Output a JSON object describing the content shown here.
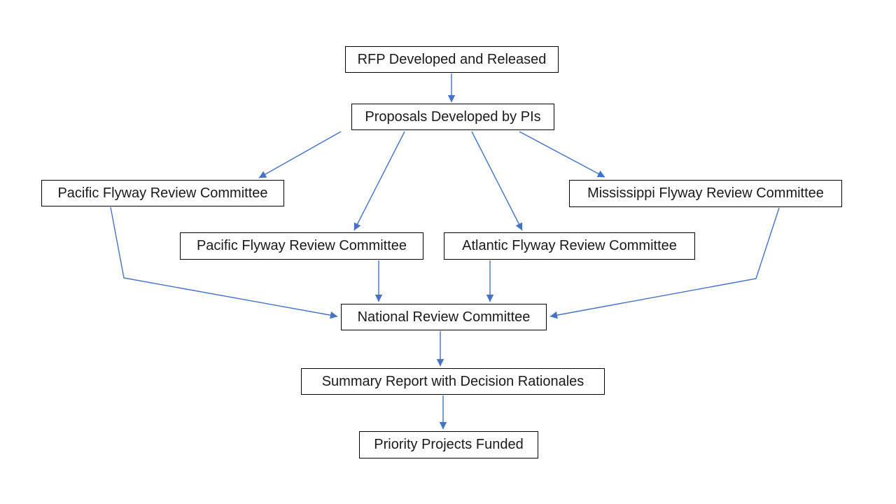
{
  "diagram_title": "RFP review process flowchart",
  "colors": {
    "arrow": "#4472C4",
    "box_border": "#000000",
    "box_fill": "#FFFFFF",
    "text": "#1A1A1A",
    "background": "#FFFFFF"
  },
  "nodes": {
    "rfp": {
      "label": "RFP Developed and Released"
    },
    "proposals": {
      "label": "Proposals Developed by PIs"
    },
    "pacific_left": {
      "label": "Pacific Flyway Review Committee"
    },
    "mississippi": {
      "label": "Mississippi Flyway Review Committee"
    },
    "pacific_center": {
      "label": "Pacific Flyway Review Committee"
    },
    "atlantic": {
      "label": "Atlantic Flyway Review Committee"
    },
    "national": {
      "label": "National Review Committee"
    },
    "summary": {
      "label": "Summary Report with Decision Rationales"
    },
    "priority": {
      "label": "Priority Projects Funded"
    }
  },
  "edges": [
    {
      "from": "rfp",
      "to": "proposals"
    },
    {
      "from": "proposals",
      "to": "pacific_left"
    },
    {
      "from": "proposals",
      "to": "pacific_center"
    },
    {
      "from": "proposals",
      "to": "atlantic"
    },
    {
      "from": "proposals",
      "to": "mississippi"
    },
    {
      "from": "pacific_left",
      "to": "national"
    },
    {
      "from": "pacific_center",
      "to": "national"
    },
    {
      "from": "atlantic",
      "to": "national"
    },
    {
      "from": "mississippi",
      "to": "national"
    },
    {
      "from": "national",
      "to": "summary"
    },
    {
      "from": "summary",
      "to": "priority"
    }
  ]
}
